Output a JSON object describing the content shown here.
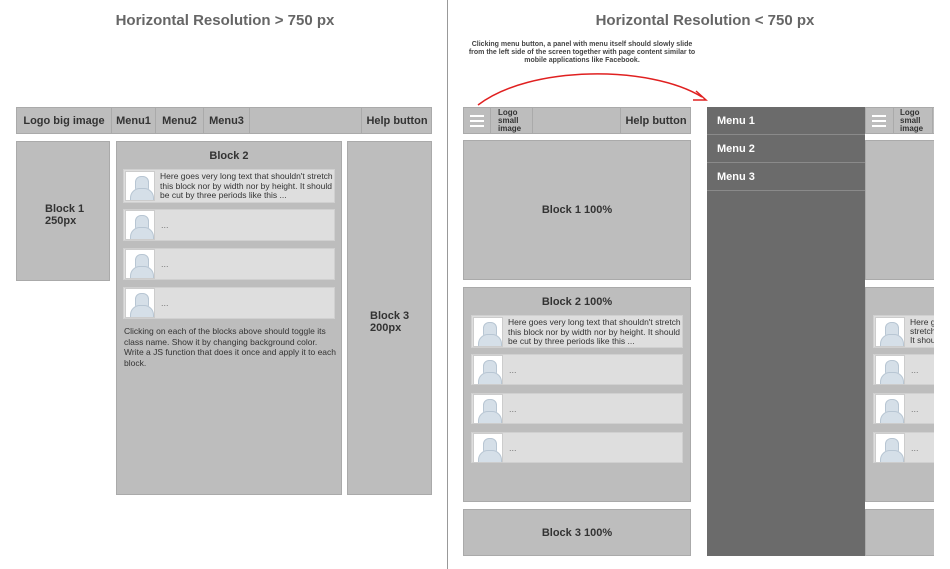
{
  "left": {
    "title": "Horizontal Resolution > 750 px",
    "header": {
      "logo": "Logo big image",
      "menu1": "Menu1",
      "menu2": "Menu2",
      "menu3": "Menu3",
      "help": "Help button"
    },
    "block1": {
      "line1": "Block 1",
      "line2": "250px"
    },
    "block2": {
      "title": "Block 2",
      "long_text": "Here goes very long text that shouldn't stretch this block nor by width nor by height. It should be cut by three periods like this ...",
      "ellipsis": "...",
      "instructions": "Clicking on each of the blocks above should toggle its class name. Show it by changing background color. Write a JS function that does it once and apply it to each block."
    },
    "block3": {
      "line1": "Block 3",
      "line2": "200px"
    }
  },
  "right": {
    "title": "Horizontal Resolution < 750 px",
    "annotation": "Clicking menu button, a panel with menu itself should slowly slide from the left side of the screen together with page content similar to mobile applications like Facebook.",
    "header": {
      "logo": "Logo small image",
      "help": "Help button"
    },
    "block1": "Block 1 100%",
    "block2": {
      "title": "Block 2 100%",
      "long_text": "Here goes very long text that shouldn't stretch this block nor by width nor by height. It should be cut by three periods like this ...",
      "ellipsis": "..."
    },
    "block3": "Block 3 100%",
    "panel": {
      "menu1": "Menu 1",
      "menu2": "Menu 2",
      "menu3": "Menu 3"
    },
    "shifted": {
      "logo": "Logo small image",
      "text_fragment_1": "Here g",
      "text_fragment_2": "stretch",
      "text_fragment_3": "It shou",
      "ellipsis": "..."
    }
  },
  "colors": {
    "block": "#bdbdbd",
    "item": "#dedede",
    "panel": "#6b6b6b",
    "arrow": "#e02020",
    "divider": "#999999"
  }
}
